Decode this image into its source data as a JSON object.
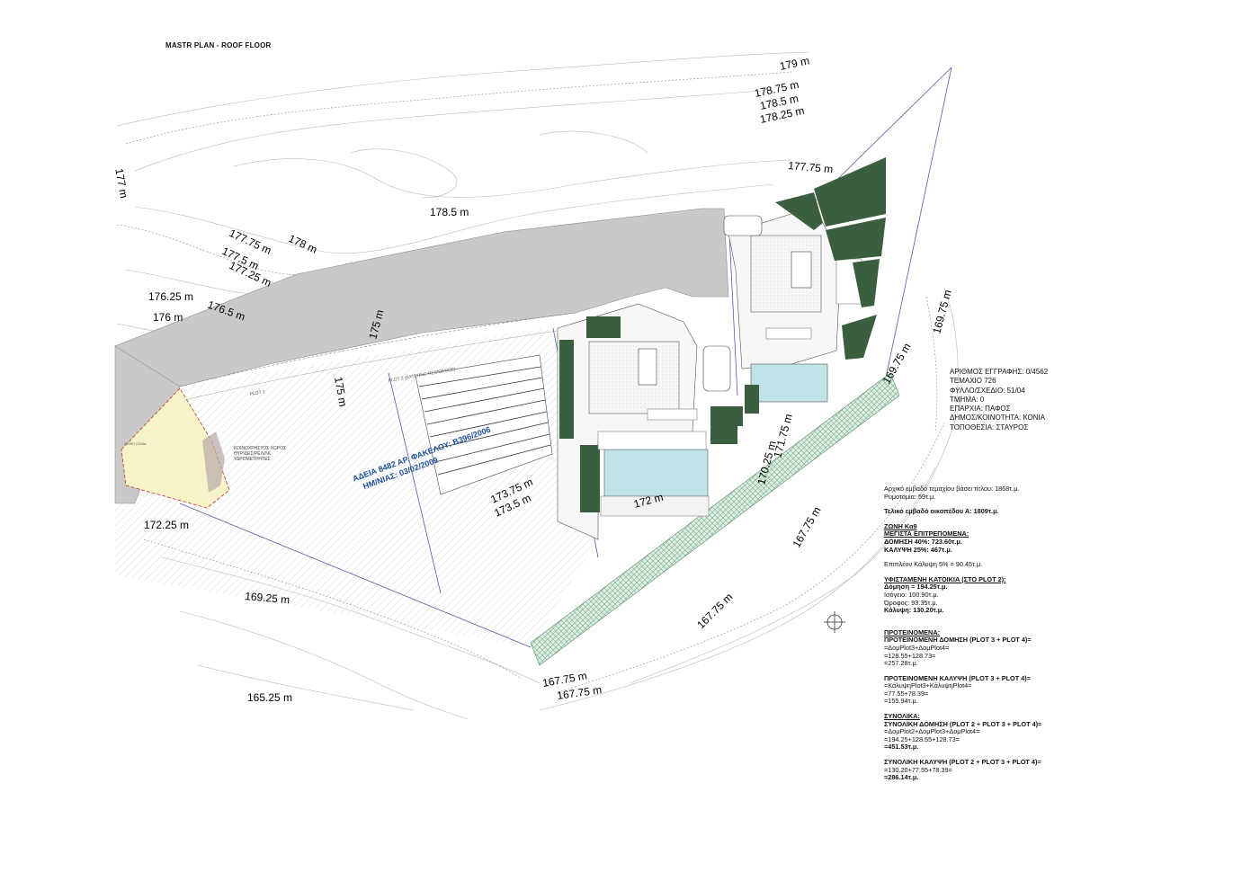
{
  "title": "MASTR PLAN - ROOF FLOOR",
  "info_block": [
    "ΑΡΙΘΜΟΣ ΕΓΓΡΑΦΗΣ: 0/4562",
    "ΤΕΜΑΧΙΟ 726",
    "ΦΥΛΛΟ/ΣΧΕΔΙΟ: 51/04",
    "ΤΜΗΜΑ: 0",
    "ΕΠΑΡΧΙΑ: ΠΑΦΟΣ",
    "ΔΗΜΟΣ/ΚΟΙΝΟΤΗΤΑ: ΚΟΝΙΑ",
    "ΤΟΠΟΘΕΣΙΑ: ΣΤΑΥΡΟΣ"
  ],
  "notes": {
    "area_original": "Αρχικό εμβαδό τεμαχίου βάσει τίτλου: 1868τ.μ.",
    "road_cut": "Ρυμοτομία: 59τ.μ.",
    "final_area": "Τελικό εμβαδό οικοπέδου Α: 1809τ.μ.",
    "zone": "ΖΩΝΗ Κα9",
    "max_allowed": "ΜΕΓΙΣΤΑ ΕΠΙΤΡΕΠΟΜΕΝΑ:",
    "density": "ΔΟΜΗΣΗ 40%: 723.60τ.μ.",
    "coverage": "ΚΑΛΥΨΗ 25%: 467τ.μ.",
    "extra_coverage": "Επιπλέον Κάλυψη 5% = 90.45τ.μ.",
    "existing_title": "ΥΦΙΣΤΑΜΕΝΗ ΚΑΤΟΙΚΙΑ (ΣΤΟ PLOT 2):",
    "existing_density": "Δόμηση = 194.25τ.μ.",
    "existing_ground": "Ισόγειο: 100.90τ.μ.",
    "existing_floor": "Όροφος: 93.35τ.μ.",
    "existing_coverage": "Κάλυψη: 130.20τ.μ.",
    "proposed_title": "ΠΡΟΤΕΙΝΟΜΕΝΑ:",
    "proposed_density_title": "ΠΡΟΤΕΙΝΟΜΕΝΗ ΔΟΜΗΣΗ (PLOT 3 + PLOT 4)=",
    "proposed_density_l1": "=ΔομPlot3+ΔομPlot4=",
    "proposed_density_l2": "=128.55+128.73=",
    "proposed_density_l3": "=257.28τ.μ.",
    "proposed_coverage_title": "ΠΡΟΤΕΙΝΟΜΕΝΗ ΚΑΛΥΨΗ (PLOT 3 + PLOT 4)=",
    "proposed_coverage_l1": "=ΚάλυψηPlot3+ΚάλυψηPlot4=",
    "proposed_coverage_l2": "=77.55+78.39=",
    "proposed_coverage_l3": "=155.94τ.μ.",
    "total_title": "ΣΥΝΟΛΙΚΑ:",
    "total_density_title": "ΣΥΝΟΛΙΚΗ ΔΟΜΗΣΗ (PLOT 2 + PLOT 3 + PLOT 4)=",
    "total_density_l1": "=ΔομPlot2+ΔομPlot3+ΔομPlot4=",
    "total_density_l2": "=194.25+128.55+128.73=",
    "total_density_l3": "=451.53τ.μ.",
    "total_coverage_title": "ΣΥΝΟΛΙΚΗ ΚΑΛΥΨΗ (PLOT 2 + PLOT 3 + PLOT 4)=",
    "total_coverage_l1": "=130.20+77.55+78.39=",
    "total_coverage_l2": "=286.14τ.μ."
  },
  "plan": {
    "permit_l1": "ΑΔΕΙΑ 8482 ΑΡ. ΦΑΚΕΛΟΥ: Β396/2006",
    "permit_l2": "ΗΜ/ΝΙΑΣ: 03/02/2009",
    "plot1": "PLOT 1",
    "plot2": "PLOT 2 (EXISTING RESIDENCE)",
    "shared_area": "ΚΟΙΝΟΧΡΗΣΤΟΣ ΧΩΡΟΣ ΘΥΡΙΔΕΣ/ΡΕΛ/ΛΚ ΥΔΡΟΜΕΤΡΗΤΕΣ",
    "green_note": "ΣΥΝΕΙ ΟΣΜΑ",
    "contours": [
      "179 m",
      "178.75 m",
      "178.5 m",
      "178.25 m",
      "177.75 m",
      "178.5 m",
      "178 m",
      "177 m",
      "177.75 m",
      "177.5 m",
      "177.25 m",
      "176.25 m",
      "176.5 m",
      "176 m",
      "175 m",
      "175 m",
      "173.75 m",
      "173.5 m",
      "172 m",
      "172.25 m",
      "169.25 m",
      "169.75 m",
      "167.75 m",
      "167.75 m",
      "167.75 m",
      "165.25 m",
      "170.25 m",
      "171.75 m",
      "167.75 m",
      "169.75 m"
    ]
  },
  "colors": {
    "road": "#c9c9c9",
    "green": "#3b5e3e",
    "pool": "#bfe3e6",
    "yellow": "#f7f3c8",
    "hatch_green": "#6aa37a",
    "boundary": "#3a3a8c"
  }
}
